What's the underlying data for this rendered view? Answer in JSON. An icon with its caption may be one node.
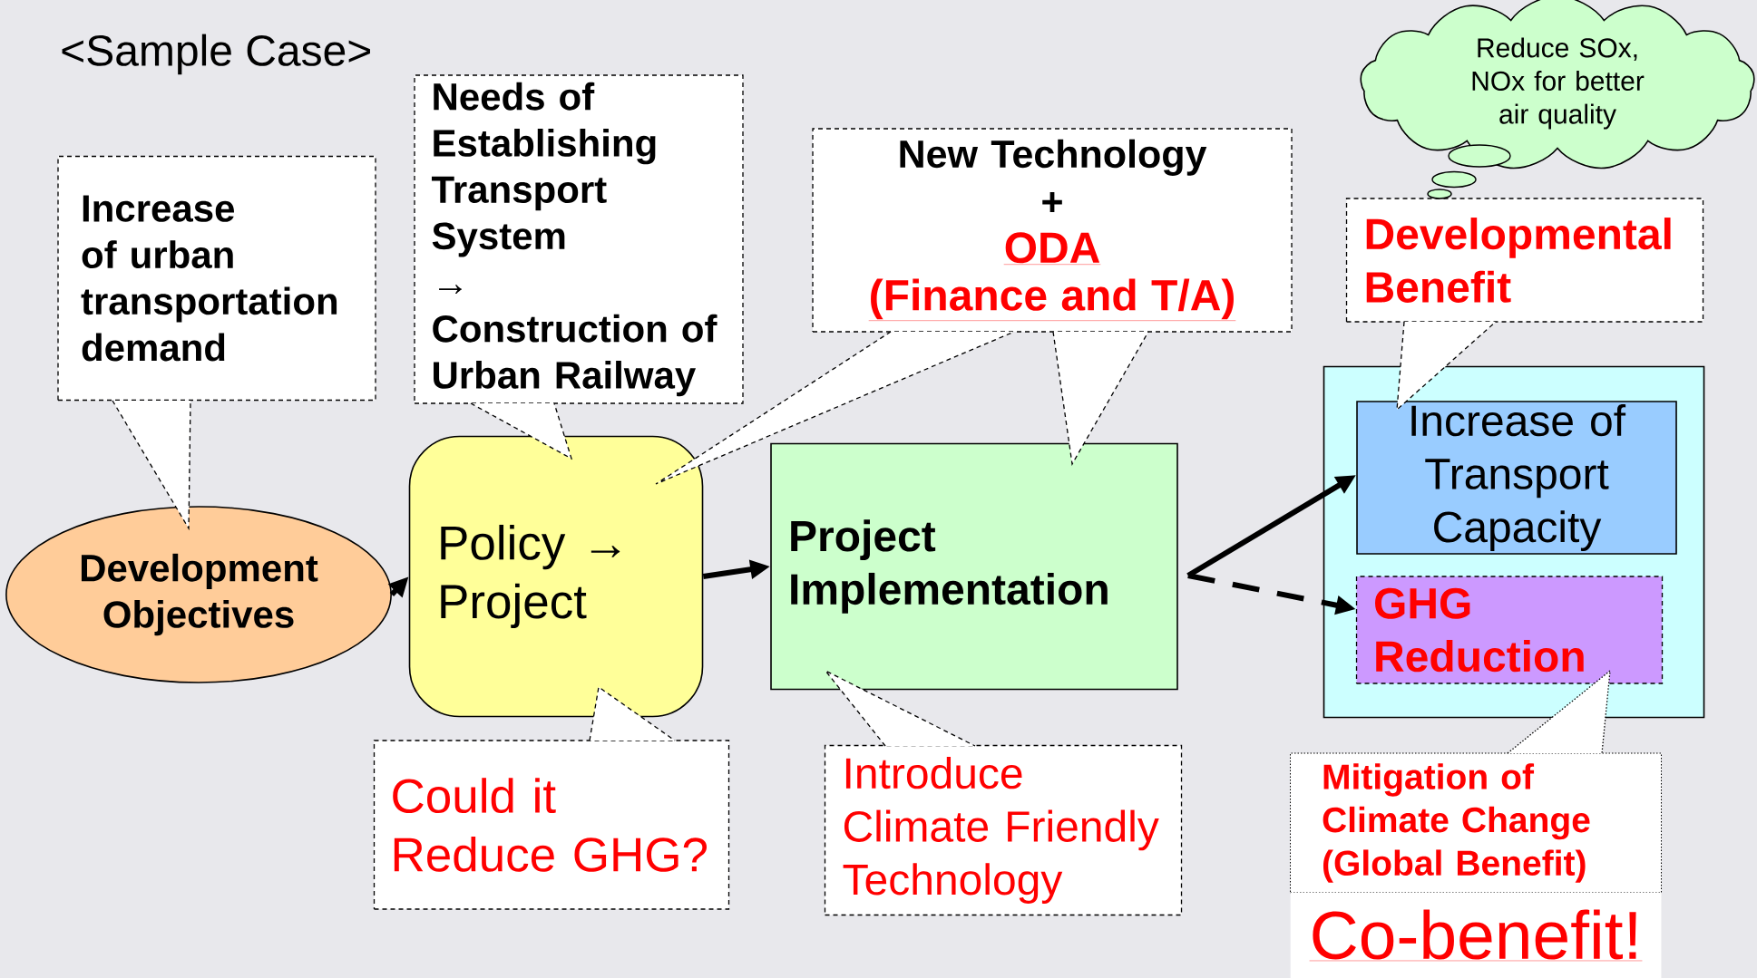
{
  "diagram": {
    "title": "<Sample Case>",
    "nodes": [
      {
        "text": [
          "Development Objectives"
        ]
      },
      {
        "text": [
          "Policy → Project"
        ]
      },
      {
        "text": [
          "Project Implementation"
        ]
      },
      {
        "text": [],
        "shape": "box"
      },
      {
        "text": [
          "Increase of Transport Capacity"
        ],
        "in": 3
      },
      {
        "text": [
          "GHG Reduction"
        ],
        "in": 3
      },
      {
        "text": [
          "Increase of urban transportation demand"
        ]
      },
      {
        "text": [
          "Needs of Establishing Transport System",
          "→",
          "Construction of Urban Railway"
        ]
      },
      {
        "text": [
          "New Technology",
          "+",
          "ODA",
          "(Finance and T/A)"
        ]
      },
      {
        "text": [
          "Developmental Benefit"
        ]
      },
      {
        "text": [
          "Reduce SOx, NOx for better air quality"
        ]
      },
      {
        "text": [
          "Could it Reduce GHG?"
        ]
      },
      {
        "text": [
          "Introduce Climate Friendly Technology"
        ]
      },
      {
        "text": [
          "Mitigation of Climate Change (Global Benefit)"
        ]
      },
      {
        "text": [
          "Co-benefit!"
        ]
      }
    ],
    "edges": [
      {
        "from": 0,
        "to": 1,
        "arrow": "to"
      },
      {
        "from": 1,
        "to": 2,
        "arrow": "to"
      },
      {
        "from": 2,
        "to": 4,
        "arrow": "to"
      },
      {
        "from": 2,
        "to": 5,
        "arrow": "to",
        "style": "dashed"
      }
    ]
  }
}
